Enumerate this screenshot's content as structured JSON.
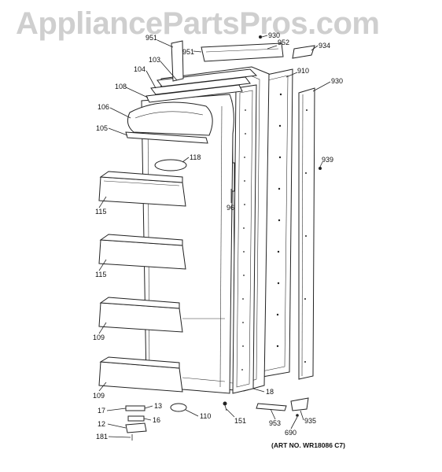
{
  "watermark": "AppliancePartsPros.com",
  "art_number": "(ART NO. WR18086 C7)",
  "callouts": {
    "c951a": "951",
    "c930top": "930",
    "c951b": "951",
    "c952": "952",
    "c934": "934",
    "c103": "103",
    "c104": "104",
    "c910": "910",
    "c108": "108",
    "c930": "930",
    "c106": "106",
    "c105": "105",
    "c118": "118",
    "c939": "939",
    "c96": "96",
    "c115a": "115",
    "c115b": "115",
    "c109a": "109",
    "c109b": "109",
    "c18": "18",
    "c13": "13",
    "c17": "17",
    "c16": "16",
    "c12": "12",
    "c110": "110",
    "c151": "151",
    "c953": "953",
    "c935": "935",
    "c690": "690",
    "c181": "181"
  }
}
